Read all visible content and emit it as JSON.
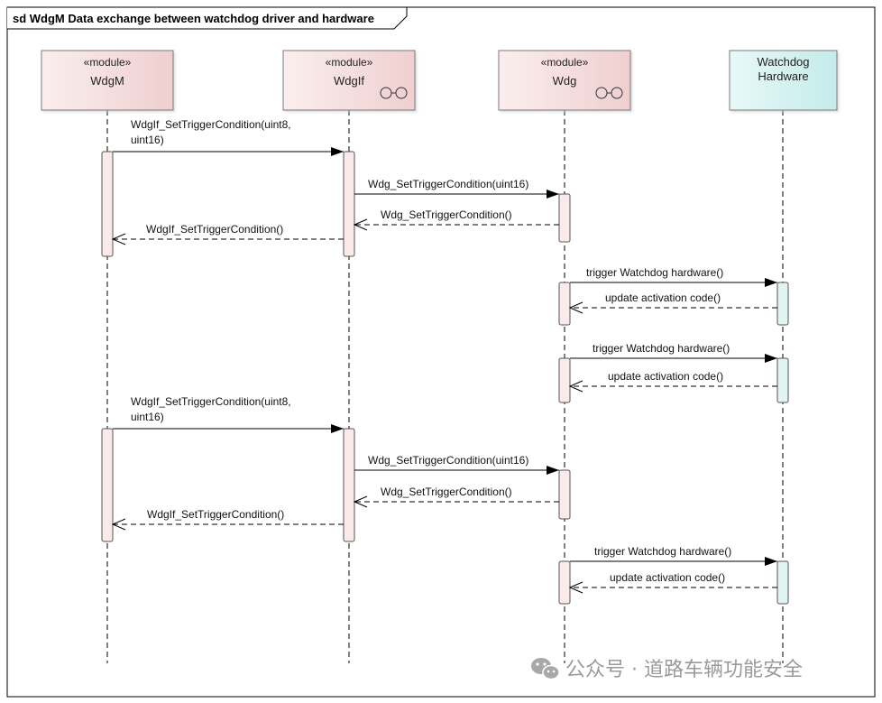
{
  "frame": {
    "title": "sd WdgM Data exchange between watchdog driver and hardware"
  },
  "lifelines": [
    {
      "id": "wdgm",
      "stereotype": "«module»",
      "name": "WdgM",
      "interface_icon": false,
      "color": "#f4d6d6"
    },
    {
      "id": "wdgif",
      "stereotype": "«module»",
      "name": "WdgIf",
      "interface_icon": true,
      "color": "#f4d6d6"
    },
    {
      "id": "wdg",
      "stereotype": "«module»",
      "name": "Wdg",
      "interface_icon": true,
      "color": "#f4d6d6"
    },
    {
      "id": "hw",
      "stereotype": "",
      "name": "Watchdog Hardware",
      "name_lines": [
        "Watchdog",
        "Hardware"
      ],
      "interface_icon": false,
      "color": "#d3f1f1"
    }
  ],
  "messages": [
    {
      "from": "wdgm",
      "to": "wdgif",
      "kind": "call",
      "lines": [
        "WdgIf_SetTriggerCondition(uint8,",
        "uint16)"
      ]
    },
    {
      "from": "wdgif",
      "to": "wdg",
      "kind": "call",
      "lines": [
        "Wdg_SetTriggerCondition(uint16)"
      ]
    },
    {
      "from": "wdg",
      "to": "wdgif",
      "kind": "return",
      "lines": [
        "Wdg_SetTriggerCondition()"
      ]
    },
    {
      "from": "wdgif",
      "to": "wdgm",
      "kind": "return",
      "lines": [
        "WdgIf_SetTriggerCondition()"
      ]
    },
    {
      "from": "wdg",
      "to": "hw",
      "kind": "call",
      "lines": [
        "trigger Watchdog hardware()"
      ]
    },
    {
      "from": "hw",
      "to": "wdg",
      "kind": "return",
      "lines": [
        "update activation code()"
      ]
    },
    {
      "from": "wdg",
      "to": "hw",
      "kind": "call",
      "lines": [
        "trigger Watchdog hardware()"
      ]
    },
    {
      "from": "hw",
      "to": "wdg",
      "kind": "return",
      "lines": [
        "update activation code()"
      ]
    },
    {
      "from": "wdgm",
      "to": "wdgif",
      "kind": "call",
      "lines": [
        "WdgIf_SetTriggerCondition(uint8,",
        "uint16)"
      ]
    },
    {
      "from": "wdgif",
      "to": "wdg",
      "kind": "call",
      "lines": [
        "Wdg_SetTriggerCondition(uint16)"
      ]
    },
    {
      "from": "wdg",
      "to": "wdgif",
      "kind": "return",
      "lines": [
        "Wdg_SetTriggerCondition()"
      ]
    },
    {
      "from": "wdgif",
      "to": "wdgm",
      "kind": "return",
      "lines": [
        "WdgIf_SetTriggerCondition()"
      ]
    },
    {
      "from": "wdg",
      "to": "hw",
      "kind": "call",
      "lines": [
        "trigger Watchdog hardware()"
      ]
    },
    {
      "from": "hw",
      "to": "wdg",
      "kind": "return",
      "lines": [
        "update activation code()"
      ]
    }
  ],
  "watermark": {
    "text": "公众号 · 道路车辆功能安全",
    "icon": "wechat-icon"
  },
  "colors": {
    "module_fill": "#f4d6d6",
    "hardware_fill": "#d3f1f1",
    "activation_module": "#fbeaea",
    "activation_hardware": "#e0f5f1",
    "line": "#000000"
  }
}
